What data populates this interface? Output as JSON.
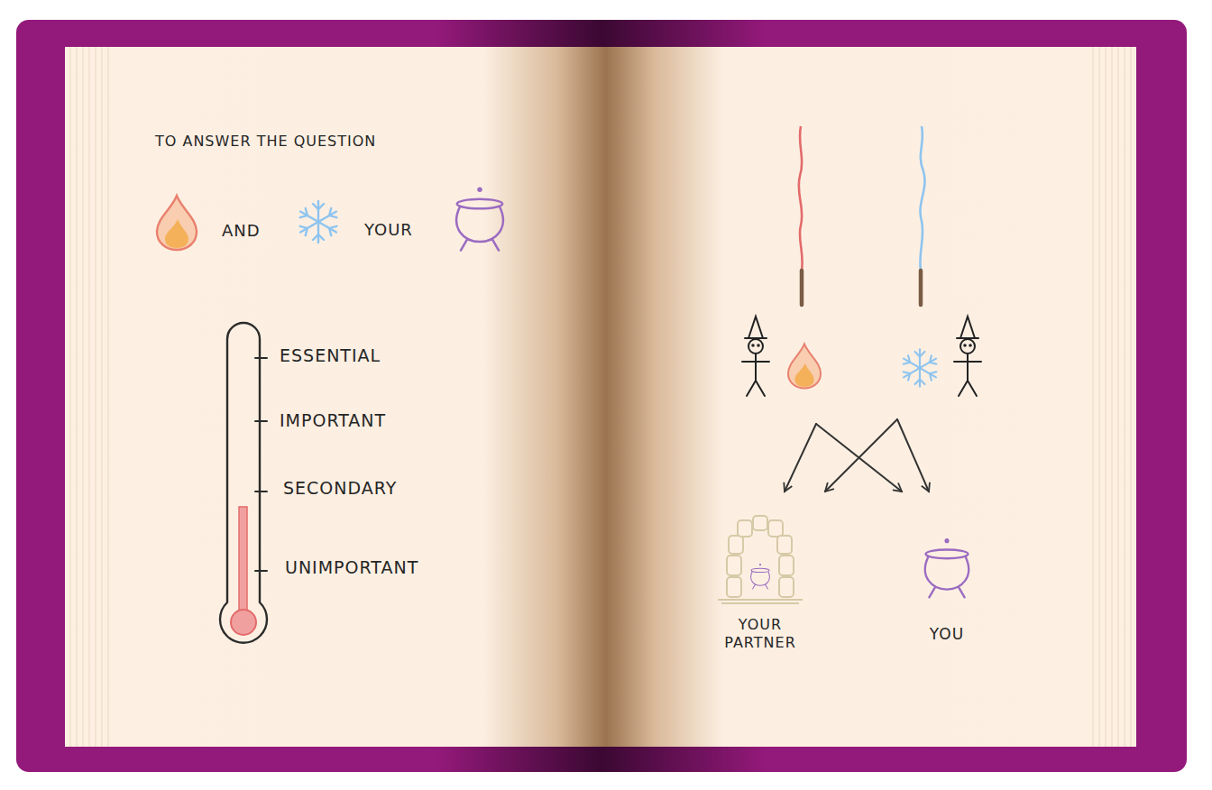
{
  "diagram": {
    "labels": [
      "TO ANSWER THE QUESTION",
      "AND",
      "YOUR",
      "ESSENTIAL",
      "IMPORTANT",
      "SECONDARY",
      "UNIMPORTANT",
      "YOUR PARTNER",
      "YOU"
    ]
  }
}
